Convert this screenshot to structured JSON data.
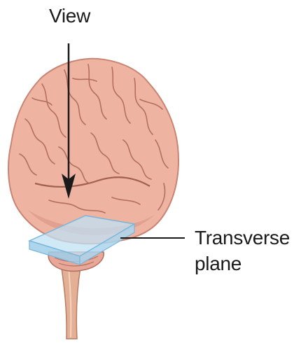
{
  "labels": {
    "view": "View",
    "plane_line1": "Transverse",
    "plane_line2": "plane"
  },
  "colors": {
    "brain_fill": "#efb3a2",
    "brain_shadow": "#c98574",
    "gyri_stroke": "#b36f5f",
    "stem_fill": "#e3b096",
    "stem_shadow": "#b77c63",
    "plane_fill": "#bfe1f4",
    "plane_edge": "#79b5d8",
    "arrow": "#1a1a1a",
    "text": "#1a1a1a"
  }
}
